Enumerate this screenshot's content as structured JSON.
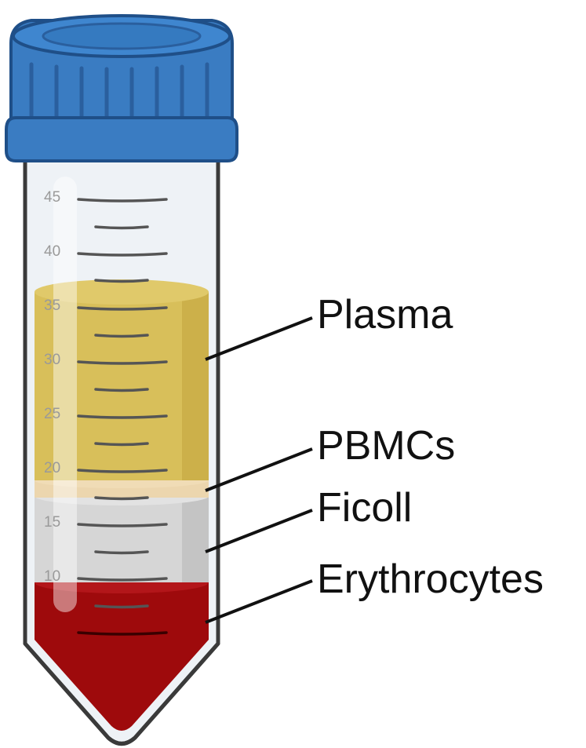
{
  "tube": {
    "graduation_labels": [
      "45",
      "40",
      "35",
      "30",
      "25",
      "20",
      "15",
      "10"
    ]
  },
  "layers": [
    {
      "label": "Plasma",
      "color": "#d8bf5a"
    },
    {
      "label": "PBMCs",
      "color": "#ecd6ae"
    },
    {
      "label": "Ficoll",
      "color": "#d6d6d6"
    },
    {
      "label": "Erythrocytes",
      "color": "#9e0a0c"
    }
  ],
  "colors": {
    "cap": "#3a7cc2",
    "cap_dark": "#2a5f9e",
    "tube_glass": "#e8eef3",
    "tube_outline": "#3a3a3a",
    "leader_line": "#111111"
  }
}
